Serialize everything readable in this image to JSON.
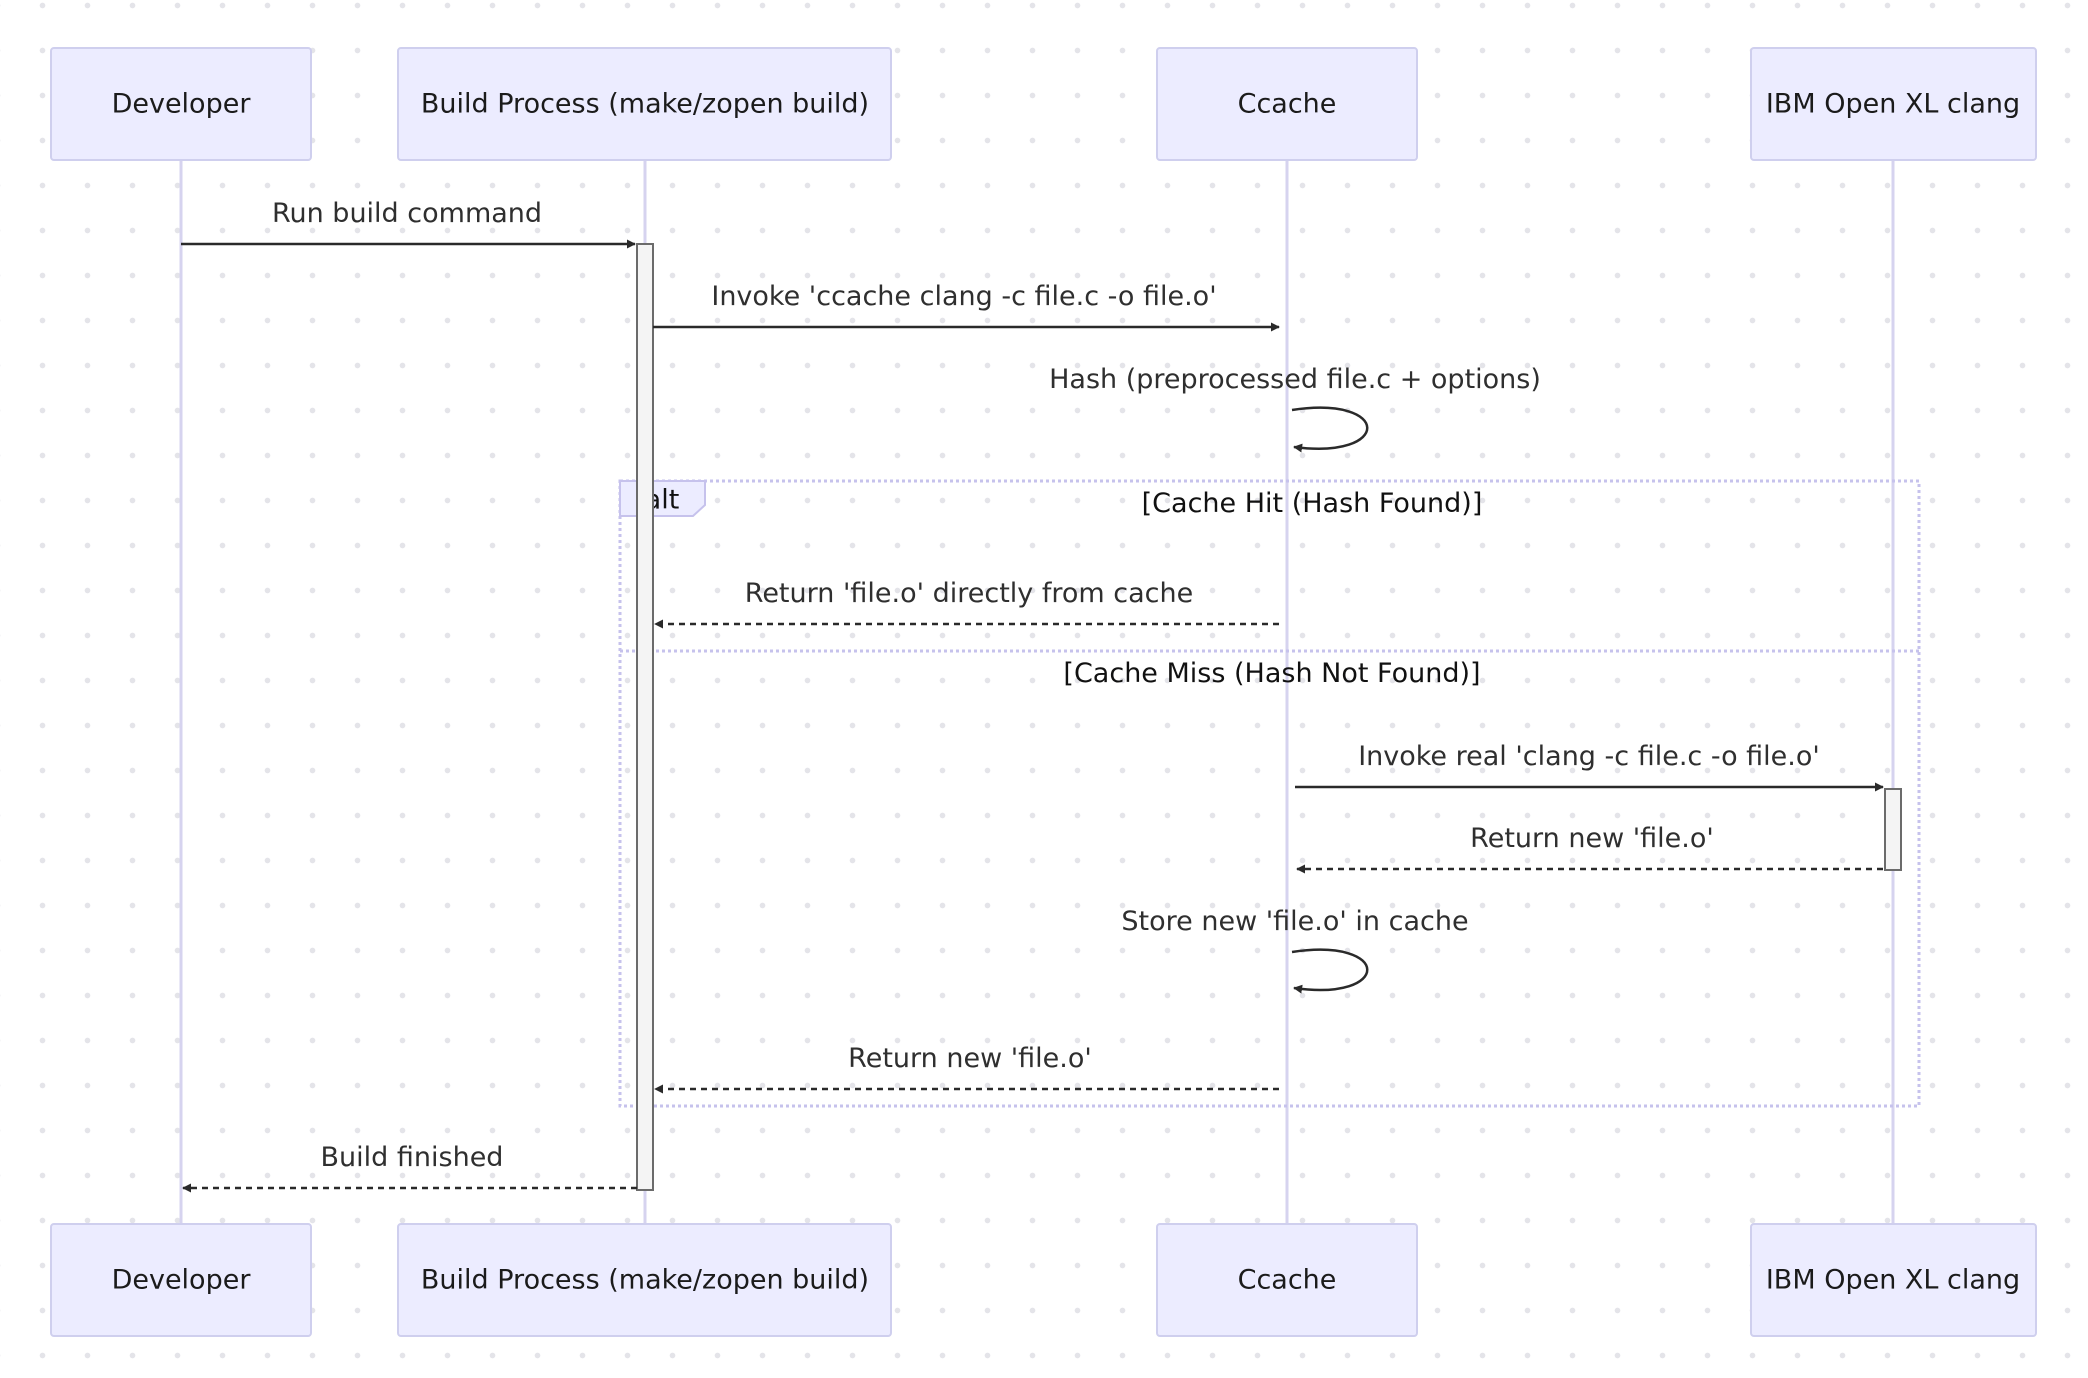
{
  "participants": [
    {
      "id": "dev",
      "label": "Developer"
    },
    {
      "id": "build",
      "label": "Build Process (make/zopen build)"
    },
    {
      "id": "ccache",
      "label": "Ccache"
    },
    {
      "id": "clang",
      "label": "IBM Open XL clang"
    }
  ],
  "messages": [
    {
      "from": "dev",
      "to": "build",
      "label": "Run build command",
      "style": "solid"
    },
    {
      "from": "build",
      "to": "ccache",
      "label": "Invoke 'ccache clang -c file.c -o file.o'",
      "style": "solid"
    },
    {
      "from": "ccache",
      "to": "ccache",
      "label": "Hash (preprocessed file.c + options)",
      "style": "solid"
    },
    {
      "from": "ccache",
      "to": "build",
      "label": "Return 'file.o' directly from cache",
      "style": "dashed"
    },
    {
      "from": "ccache",
      "to": "clang",
      "label": "Invoke real 'clang -c file.c -o file.o'",
      "style": "solid"
    },
    {
      "from": "clang",
      "to": "ccache",
      "label": "Return new 'file.o'",
      "style": "dashed"
    },
    {
      "from": "ccache",
      "to": "ccache",
      "label": "Store new 'file.o' in cache",
      "style": "solid"
    },
    {
      "from": "ccache",
      "to": "build",
      "label": "Return new 'file.o'",
      "style": "dashed"
    },
    {
      "from": "build",
      "to": "dev",
      "label": "Build finished",
      "style": "dashed"
    }
  ],
  "alt_block": {
    "label": "alt",
    "conditions": [
      "[Cache Hit (Hash Found)]",
      "[Cache Miss (Hash Not Found)]"
    ]
  }
}
